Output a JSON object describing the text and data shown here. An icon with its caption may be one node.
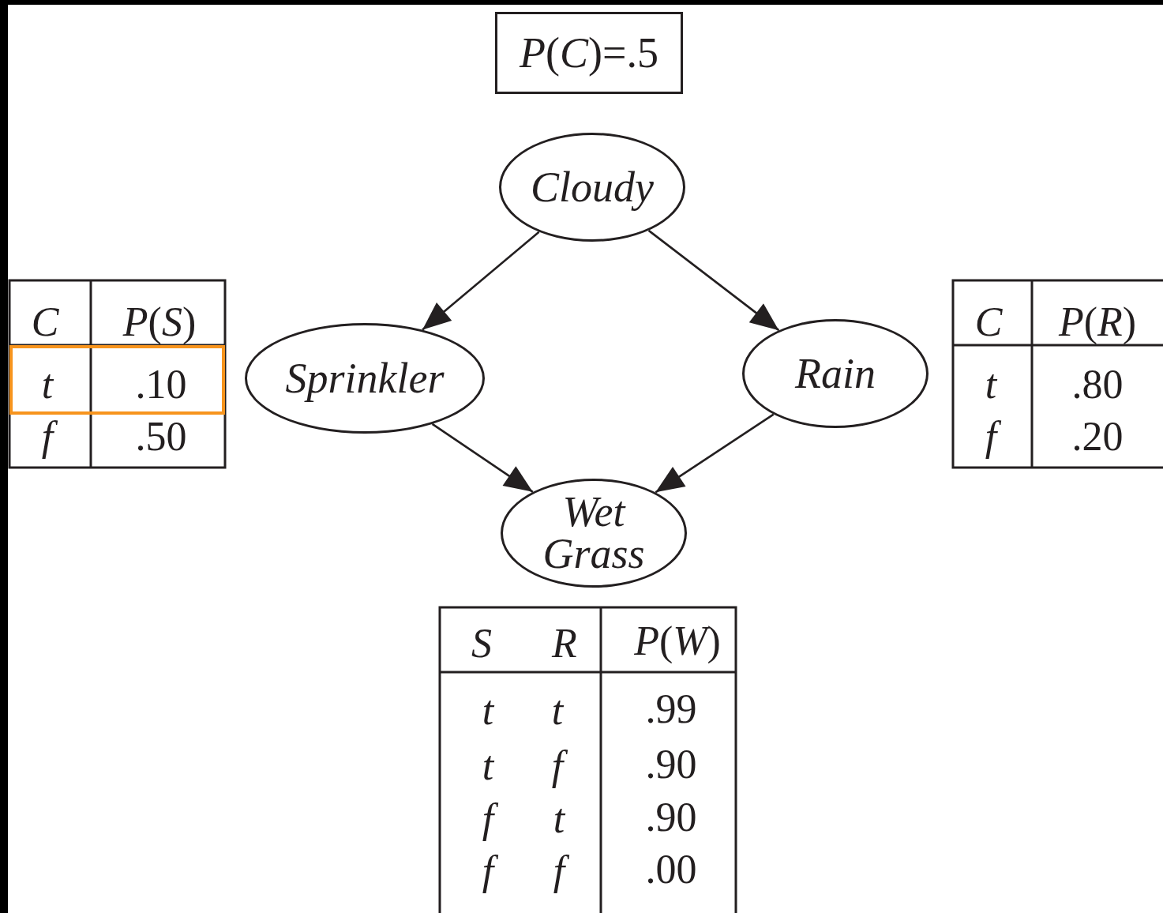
{
  "diagram": {
    "nodes": [
      {
        "text": [
          "*P*(*C*)=.5"
        ]
      },
      {
        "text": [
          "Cloudy"
        ]
      },
      {
        "text": [
          "Sprinkler"
        ]
      },
      {
        "text": [
          "Rain"
        ]
      },
      {
        "text": [
          "Wet Grass"
        ]
      }
    ],
    "edges": [
      {
        "from": 1,
        "to": 2,
        "arrow": "to"
      },
      {
        "from": 1,
        "to": 3,
        "arrow": "to"
      },
      {
        "from": 2,
        "to": 4,
        "arrow": "to"
      },
      {
        "from": 3,
        "to": 4,
        "arrow": "to"
      }
    ],
    "labels": [
      "C",
      "*P*(*S*)",
      "t",
      ".10",
      "f",
      ".50",
      "C",
      "*P*(*R*)",
      "t",
      ".80",
      "f",
      ".20",
      "S",
      "R",
      "*P*(*W*)",
      "t",
      "t",
      ".99",
      "t",
      "f",
      ".90",
      "f",
      "t",
      ".90",
      "f",
      "f",
      ".00"
    ]
  }
}
